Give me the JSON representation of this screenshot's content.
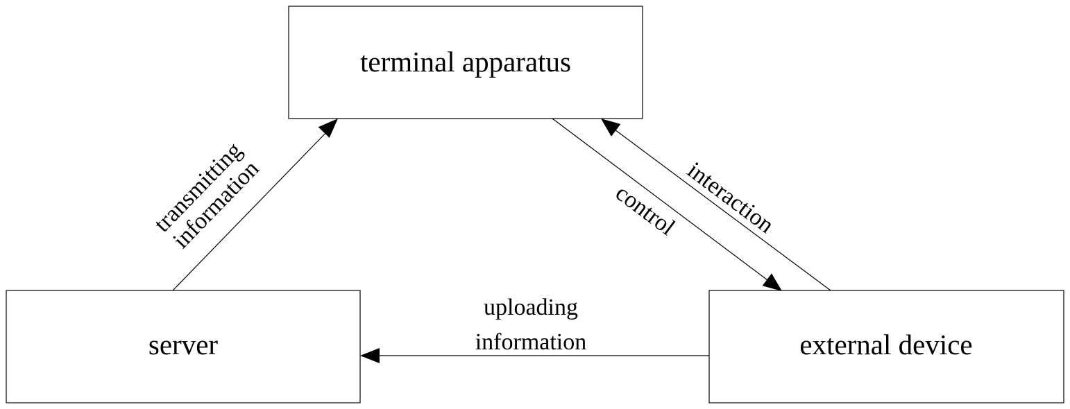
{
  "nodes": {
    "terminal": {
      "label": "terminal apparatus"
    },
    "server": {
      "label": "server"
    },
    "external": {
      "label": "external device"
    }
  },
  "edges": {
    "transmitting": {
      "line1": "transmitting",
      "line2": "information"
    },
    "control": {
      "label": "control"
    },
    "interaction": {
      "label": "interaction"
    },
    "uploading": {
      "line1": "uploading",
      "line2": "information"
    }
  }
}
